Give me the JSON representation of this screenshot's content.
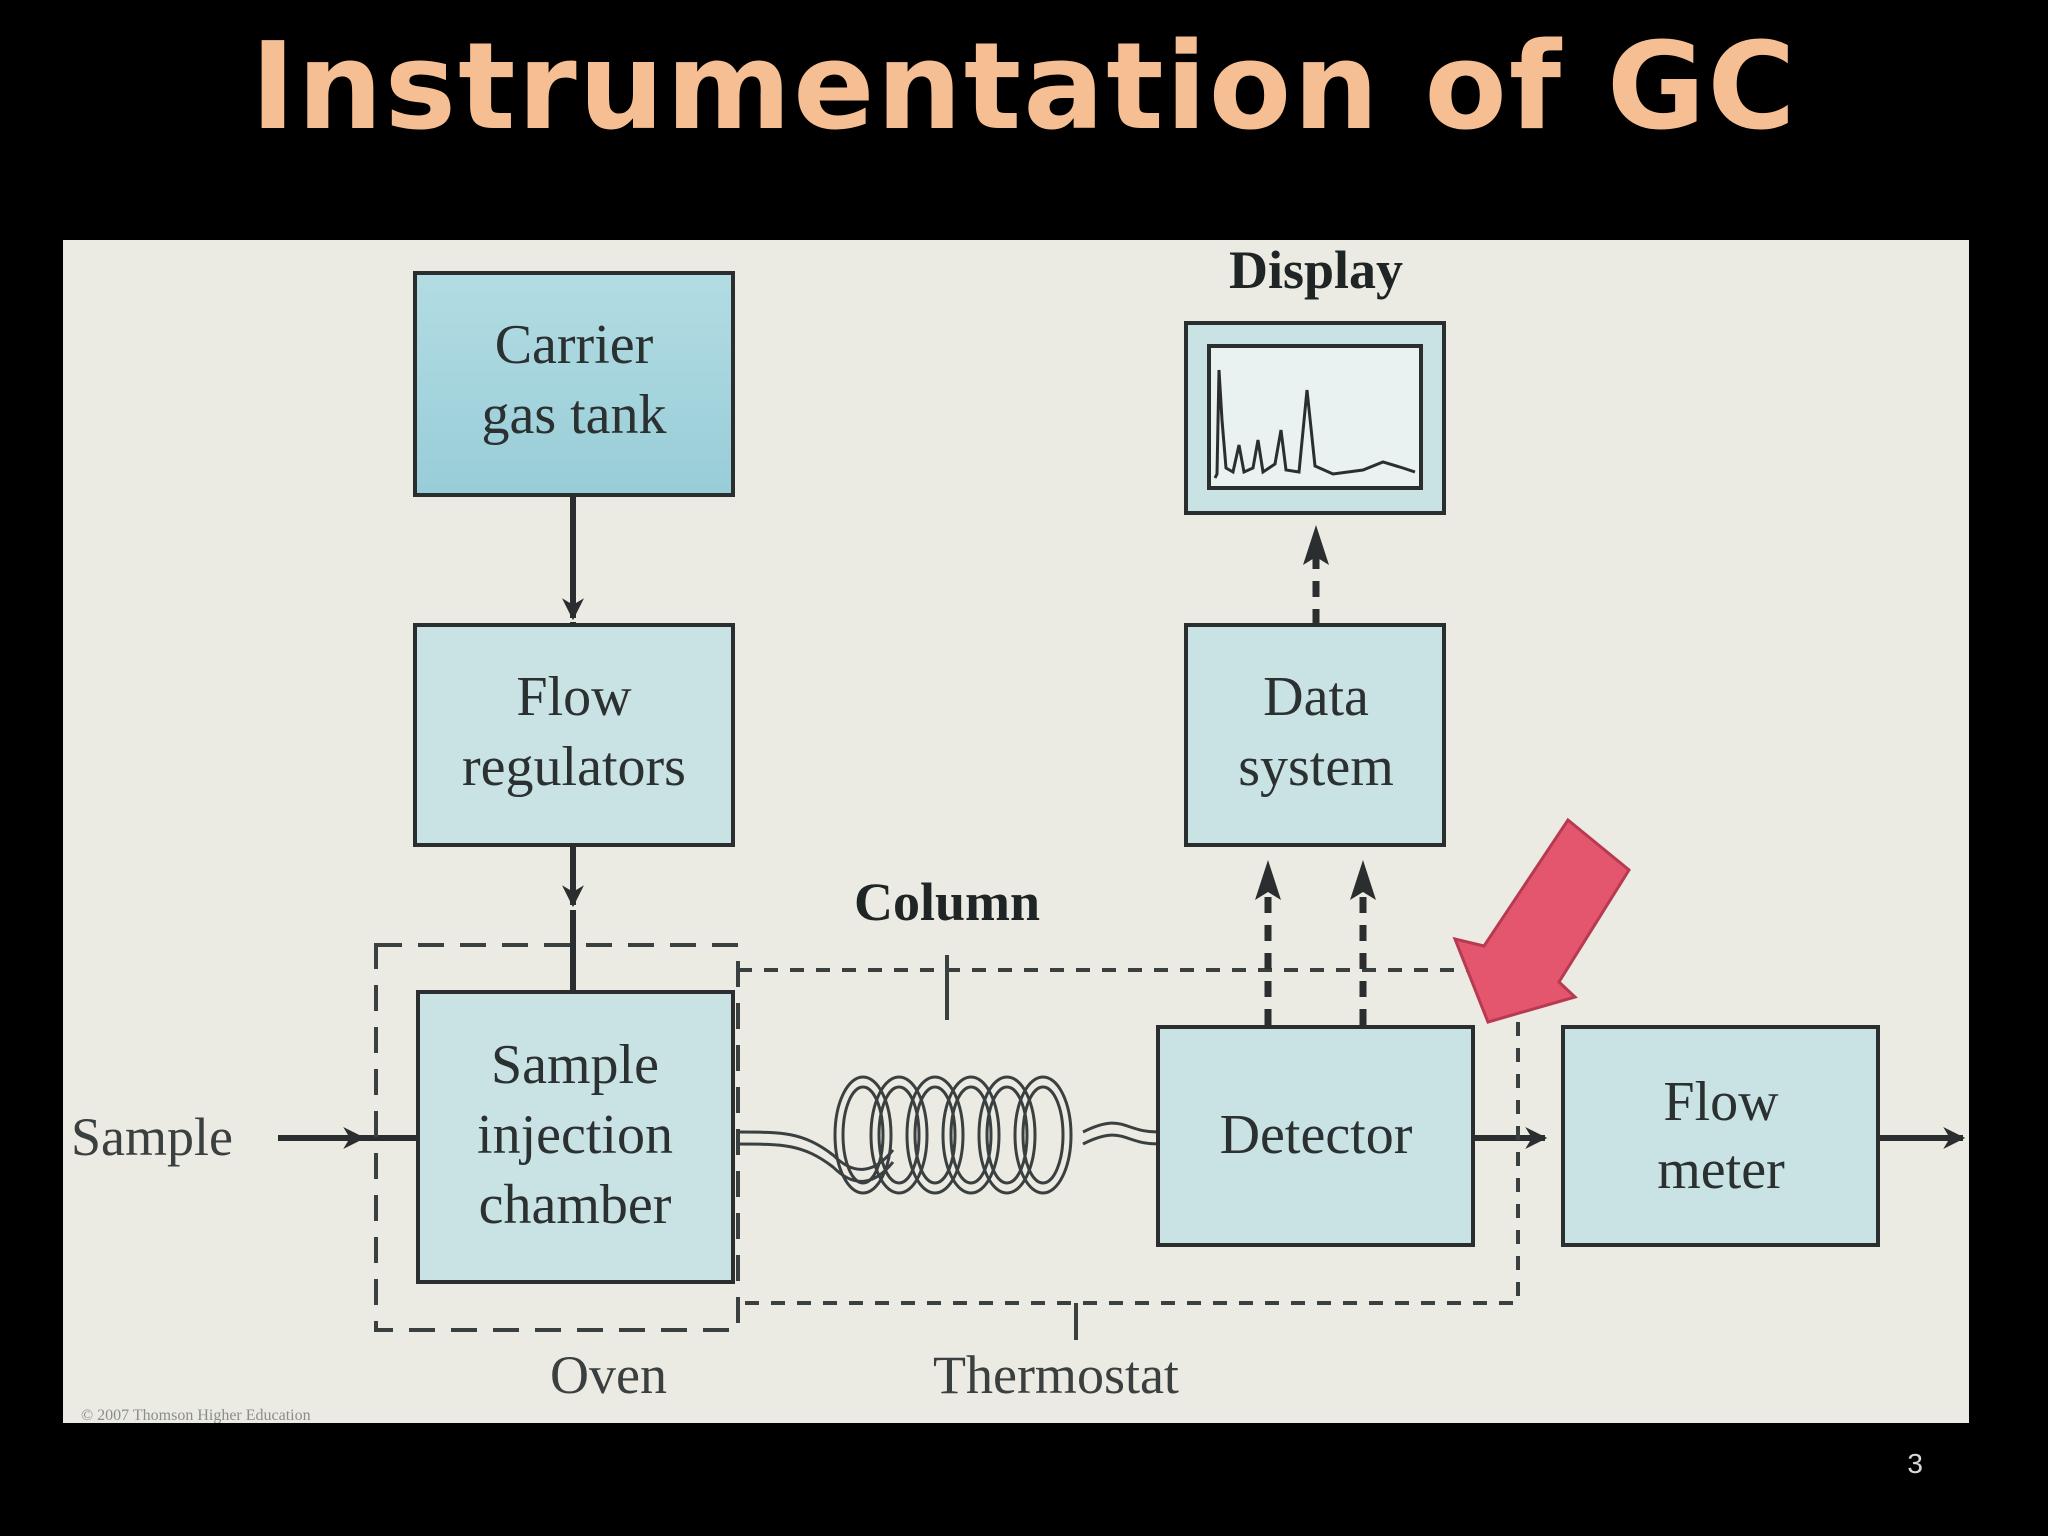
{
  "slide": {
    "title": "Instrumentation of GC",
    "page_number": "3"
  },
  "diagram": {
    "display_label": "Display",
    "column_label": "Column",
    "oven_label": "Oven",
    "thermostat_label": "Thermostat",
    "sample_label": "Sample",
    "copyright": "© 2007 Thomson Higher Education",
    "boxes": {
      "carrier_gas_tank": [
        "Carrier",
        "gas tank"
      ],
      "flow_regulators": [
        "Flow",
        "regulators"
      ],
      "sample_injection_chamber": [
        "Sample",
        "injection",
        "chamber"
      ],
      "detector": [
        "Detector"
      ],
      "flow_meter": [
        "Flow",
        "meter"
      ],
      "data_system": [
        "Data",
        "system"
      ]
    }
  },
  "colors": {
    "title": "#F6BE93",
    "background": "#000000",
    "panel": "#ECEBE3",
    "box_fill": "#C9E2E4",
    "tank_fill": "#A9D6DE",
    "highlight_arrow": "#E3566E"
  }
}
